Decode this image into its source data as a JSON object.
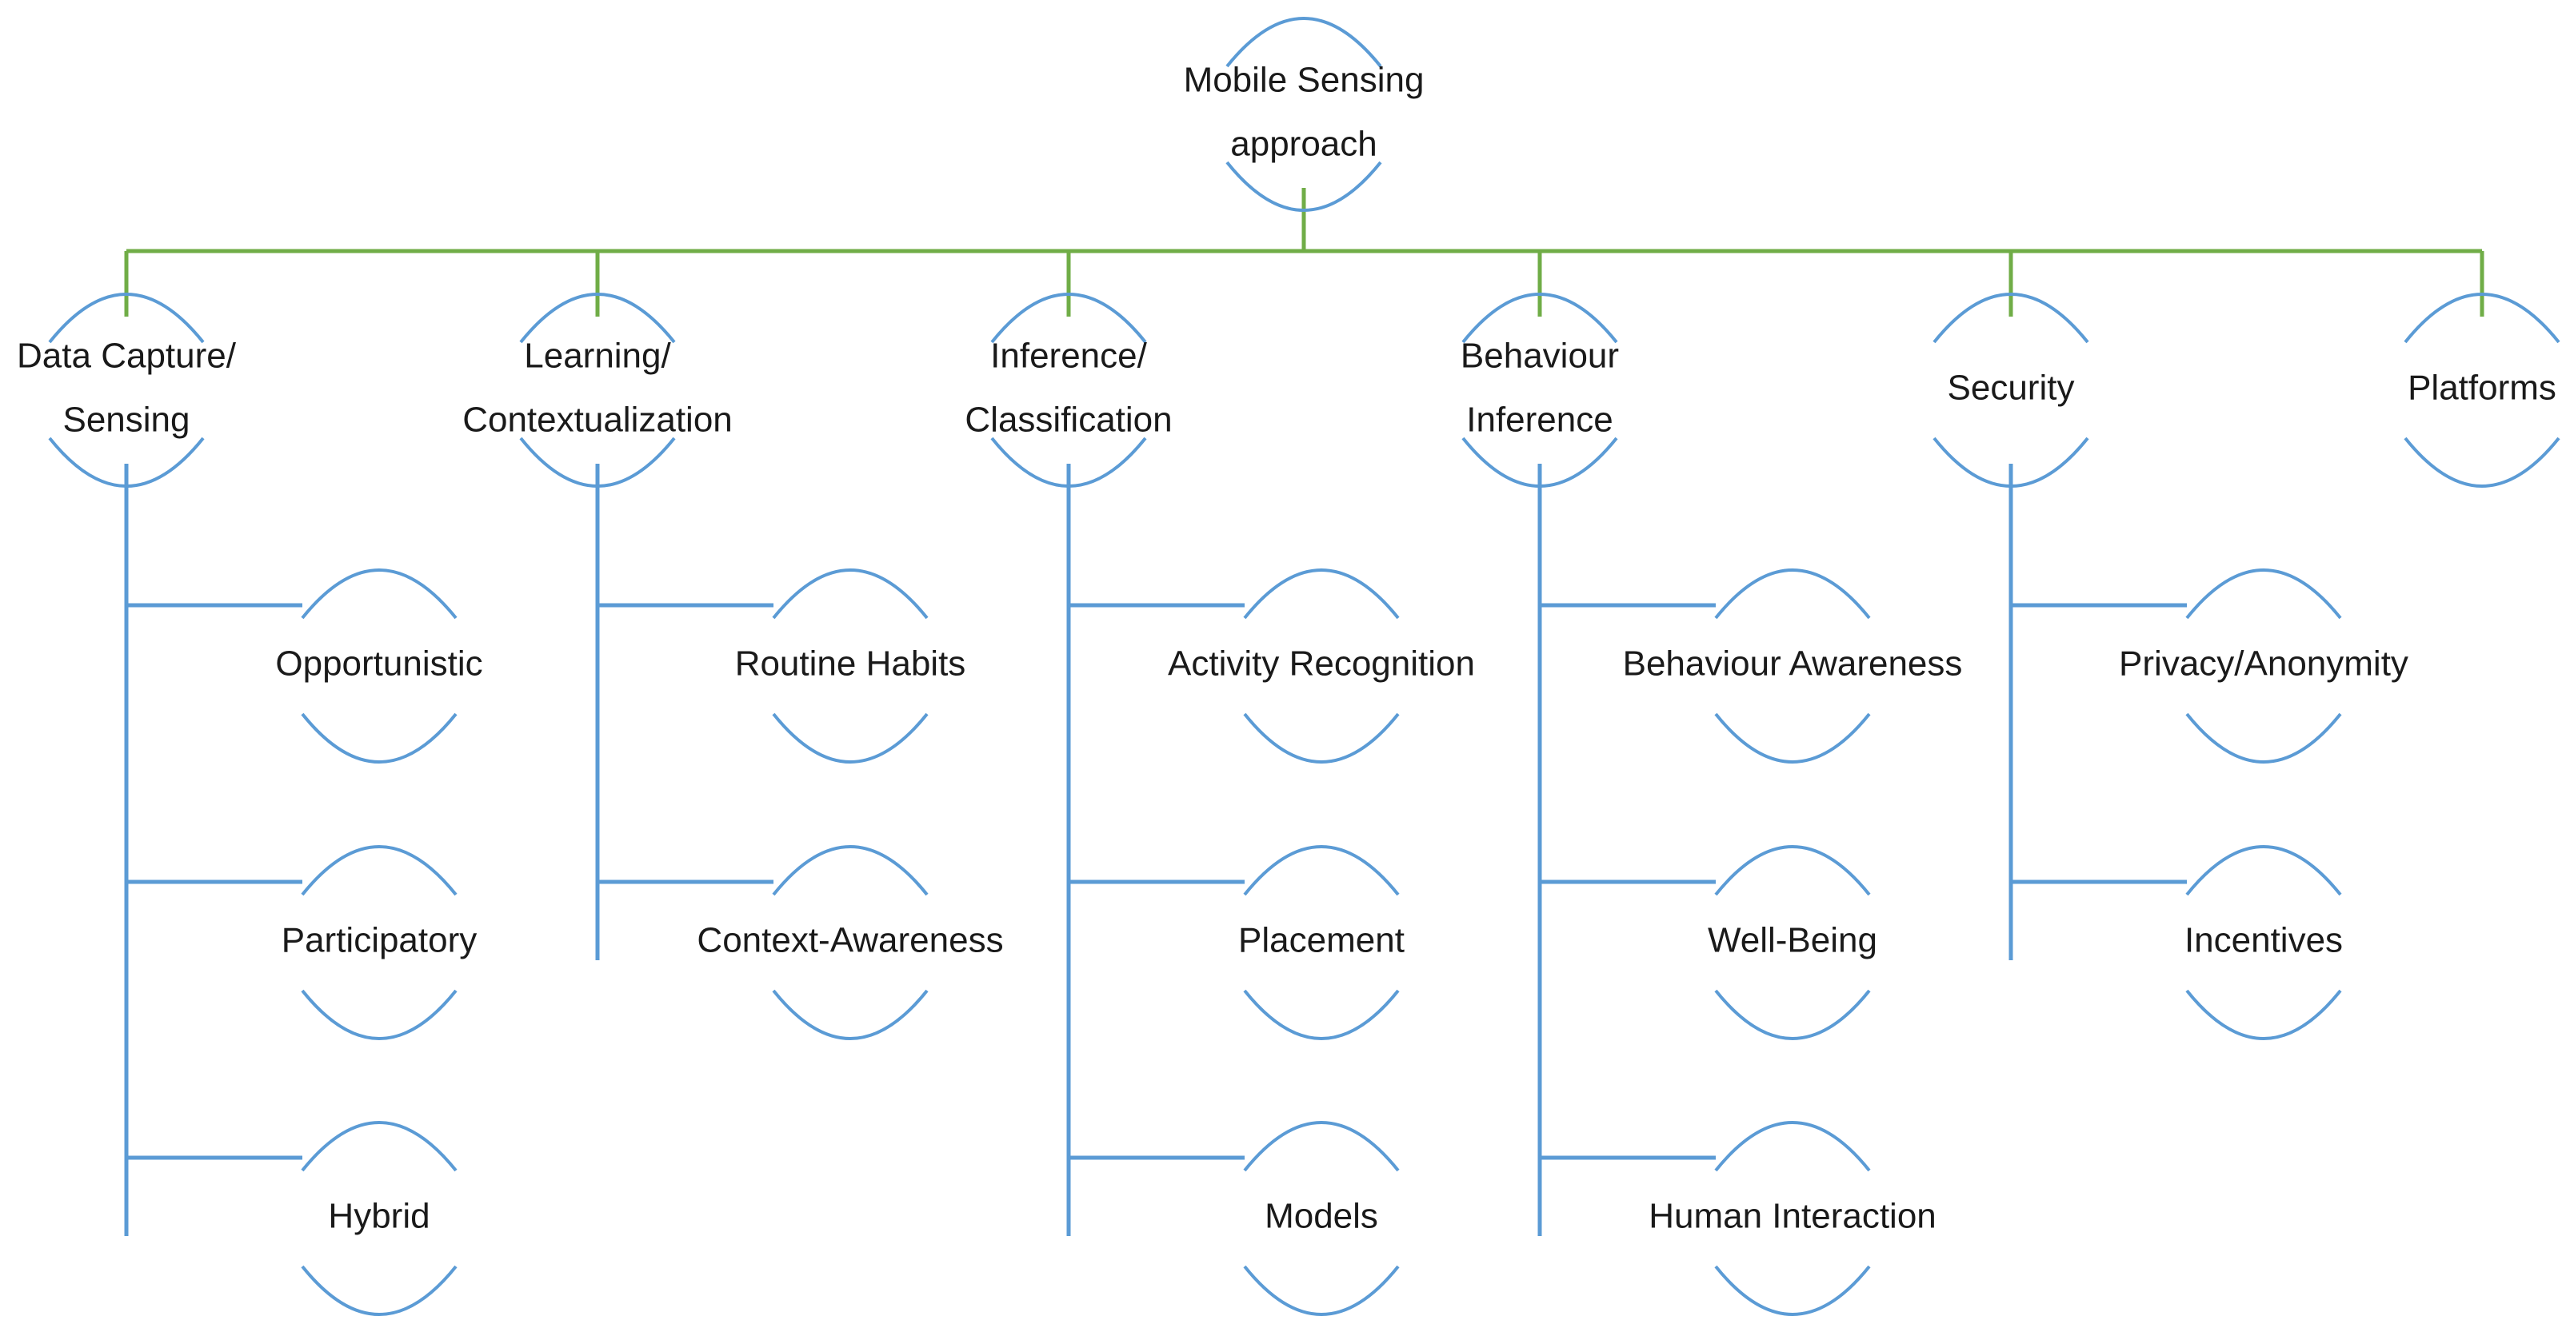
{
  "colors": {
    "tree_line": "#70AD47",
    "branch_line": "#5B9BD5",
    "node_arc": "#5B9BD5",
    "text": "#1a1a1a"
  },
  "root": {
    "lines": [
      "Mobile Sensing",
      "approach"
    ]
  },
  "categories": [
    {
      "lines": [
        "Data Capture/",
        "Sensing"
      ],
      "children": [
        [
          "Opportunistic"
        ],
        [
          "Participatory"
        ],
        [
          "Hybrid"
        ]
      ]
    },
    {
      "lines": [
        "Learning/",
        "Contextualization"
      ],
      "children": [
        [
          "Routine Habits"
        ],
        [
          "Context-Awareness"
        ]
      ]
    },
    {
      "lines": [
        "Inference/",
        "Classification"
      ],
      "children": [
        [
          "Activity Recognition"
        ],
        [
          "Placement"
        ],
        [
          "Models"
        ]
      ]
    },
    {
      "lines": [
        "Behaviour",
        "Inference"
      ],
      "children": [
        [
          "Behaviour Awareness"
        ],
        [
          "Well-Being"
        ],
        [
          "Human Interaction"
        ]
      ]
    },
    {
      "lines": [
        "Security"
      ],
      "children": [
        [
          "Privacy/Anonymity"
        ],
        [
          "Incentives"
        ]
      ]
    },
    {
      "lines": [
        "Platforms"
      ],
      "children": []
    }
  ]
}
